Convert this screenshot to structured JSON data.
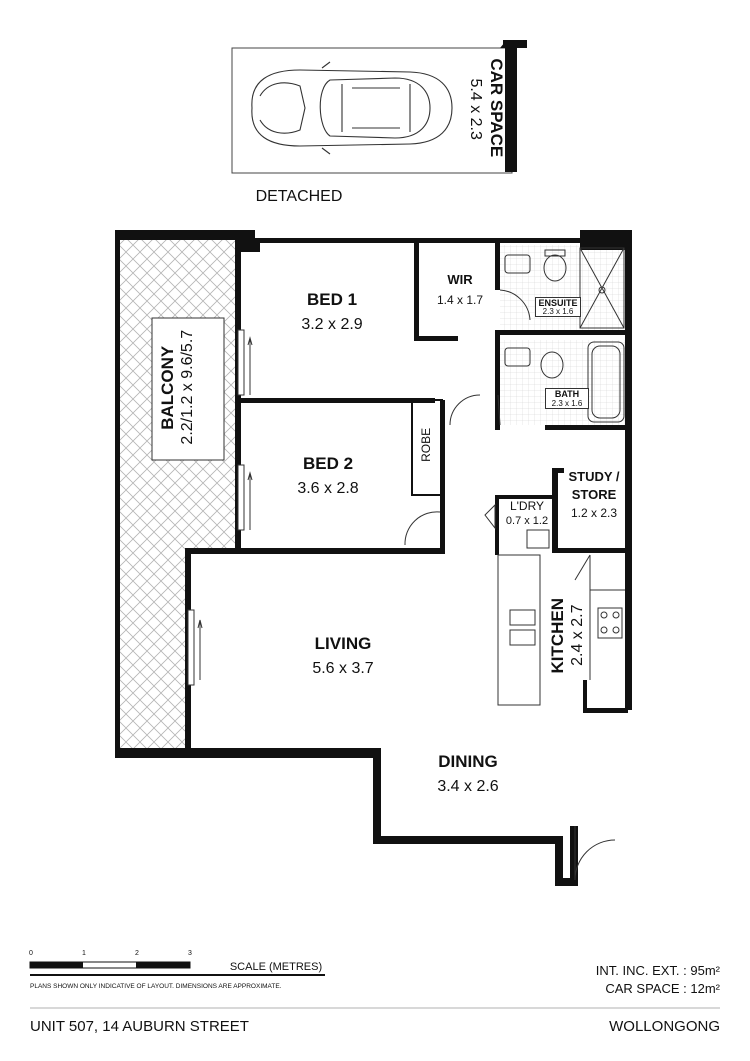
{
  "car_space": {
    "title": "CAR SPACE",
    "size": "5.4 x 2.3",
    "caption": "DETACHED"
  },
  "rooms": {
    "bed1": {
      "name": "BED 1",
      "size": "3.2 x 2.9"
    },
    "wir": {
      "name": "WIR",
      "size": "1.4 x 1.7"
    },
    "ensuite": {
      "name": "ENSUITE",
      "size": "2.3 x 1.6"
    },
    "bath": {
      "name": "BATH",
      "size": "2.3 x 1.6"
    },
    "balcony": {
      "name": "BALCONY",
      "size": "2.2/1.2 x 9.6/5.7"
    },
    "bed2": {
      "name": "BED 2",
      "size": "3.6 x 2.8"
    },
    "robe": {
      "name": "ROBE"
    },
    "ldry": {
      "name": "L'DRY",
      "size": "0.7 x 1.2"
    },
    "study": {
      "name": "STUDY /",
      "name2": "STORE",
      "size": "1.2 x 2.3"
    },
    "living": {
      "name": "LIVING",
      "size": "5.6 x 3.7"
    },
    "kitchen": {
      "name": "KITCHEN",
      "size": "2.4 x 2.7"
    },
    "dining": {
      "name": "DINING",
      "size": "3.4 x 2.6"
    }
  },
  "scale": {
    "ticks": [
      "0",
      "1",
      "2",
      "3"
    ],
    "label": "SCALE (METRES)",
    "disclaimer": "PLANS SHOWN ONLY INDICATIVE OF LAYOUT.  DIMENSIONS ARE APPROXIMATE."
  },
  "areas": {
    "internal": "INT. INC. EXT.  :  95m²",
    "car": "CAR SPACE  :  12m²"
  },
  "footer": {
    "address": "UNIT 507, 14 AUBURN STREET",
    "suburb": "WOLLONGONG"
  }
}
